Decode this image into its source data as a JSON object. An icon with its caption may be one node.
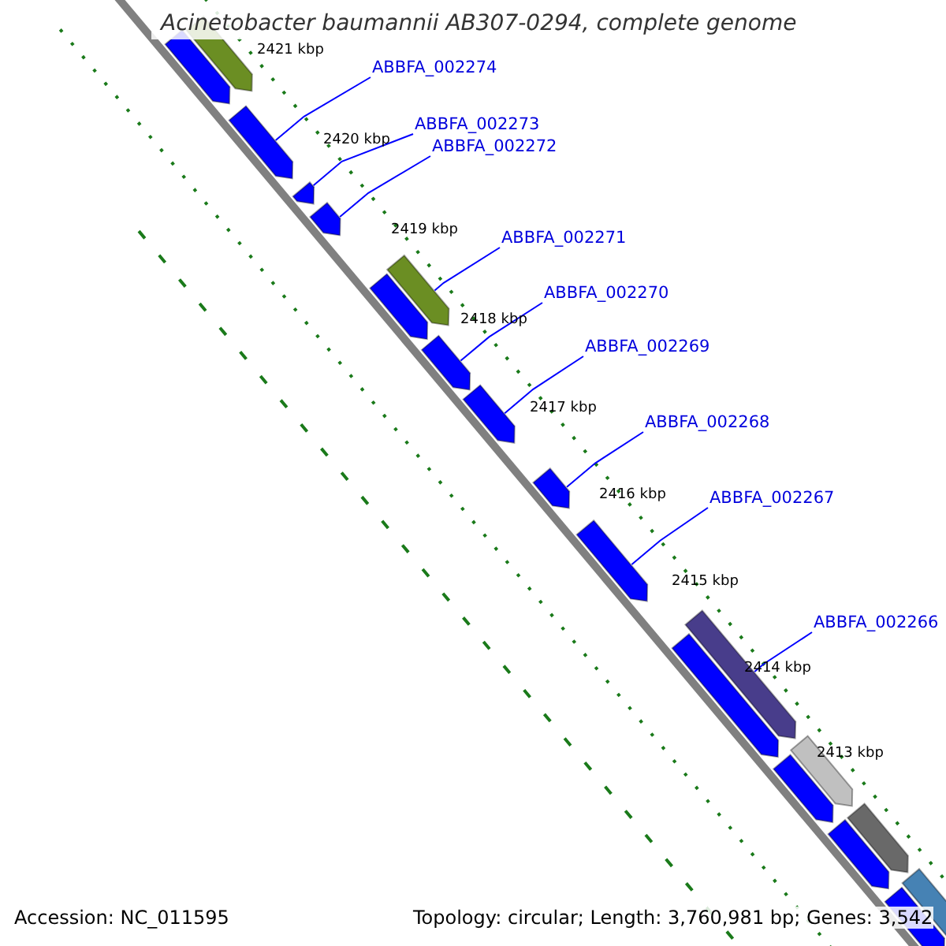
{
  "diagram": {
    "title": "Acinetobacter baumannii AB307-0294, complete genome",
    "nodes": [
      {
        "text": [
          "ABBFA_002274"
        ]
      },
      {
        "text": [
          "ABBFA_002273"
        ]
      },
      {
        "text": [
          "ABBFA_002272"
        ]
      },
      {
        "text": [
          "ABBFA_002271"
        ]
      },
      {
        "text": [
          "ABBFA_002270"
        ]
      },
      {
        "text": [
          "ABBFA_002269"
        ]
      },
      {
        "text": [
          "ABBFA_002268"
        ]
      },
      {
        "text": [
          "ABBFA_002267"
        ]
      },
      {
        "text": [
          "ABBFA_002266"
        ]
      },
      {
        "text": [],
        "shape": "bar"
      },
      {
        "text": [],
        "shape": "bar"
      },
      {
        "text": [],
        "shape": "bar"
      },
      {
        "text": [],
        "shape": "bar"
      },
      {
        "text": [],
        "shape": "bar"
      },
      {
        "text": [],
        "shape": "bar"
      },
      {
        "text": [],
        "shape": "bar"
      },
      {
        "text": [],
        "shape": "bar"
      },
      {
        "text": [],
        "shape": "bar"
      },
      {
        "text": [],
        "shape": "bar"
      },
      {
        "text": [],
        "shape": "bar"
      },
      {
        "text": [],
        "shape": "bar"
      },
      {
        "text": [],
        "shape": "bar"
      },
      {
        "text": [],
        "shape": "bar"
      },
      {
        "text": [],
        "shape": "bar"
      },
      {
        "text": [],
        "shape": "bar"
      },
      {
        "text": [],
        "shape": "bar"
      },
      {
        "text": [],
        "shape": "bar"
      },
      {
        "text": [],
        "shape": "bar"
      }
    ],
    "edges": [
      {
        "from": 0,
        "to": 11,
        "arrow": "none"
      },
      {
        "from": 1,
        "to": 12,
        "arrow": "none"
      },
      {
        "from": 2,
        "to": 13,
        "arrow": "none"
      },
      {
        "from": 3,
        "to": 14,
        "arrow": "none"
      },
      {
        "from": 4,
        "to": 16,
        "arrow": "none"
      },
      {
        "from": 5,
        "to": 17,
        "arrow": "none"
      },
      {
        "from": 6,
        "to": 18,
        "arrow": "none"
      },
      {
        "from": 7,
        "to": 19,
        "arrow": "none"
      },
      {
        "from": 8,
        "to": 20,
        "arrow": "none"
      }
    ],
    "labels": [
      "2421 kbp",
      "2420 kbp",
      "2419 kbp",
      "2418 kbp",
      "2417 kbp",
      "2416 kbp",
      "2415 kbp",
      "2414 kbp",
      "2413 kbp",
      "Accession: NC_011595",
      "Topology: circular; Length: 3,760,981 bp; Genes: 3,542"
    ]
  }
}
